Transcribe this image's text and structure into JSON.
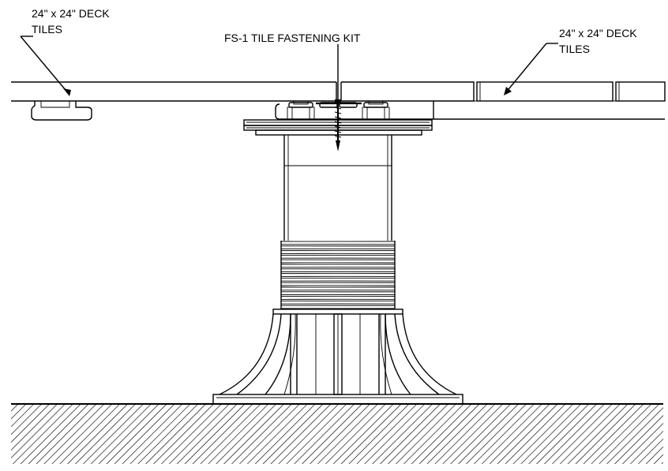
{
  "labels": {
    "left_tiles_line1": "24\" x 24\"  DECK",
    "left_tiles_line2": "TILES",
    "kit": "FS-1 TILE FASTENING KIT",
    "right_tiles_line1": "24\" x 24\"  DECK",
    "right_tiles_line2": "TILES"
  },
  "colors": {
    "line": "#000000",
    "background": "#ffffff"
  },
  "pedestal": {
    "thread_rings": 15
  }
}
